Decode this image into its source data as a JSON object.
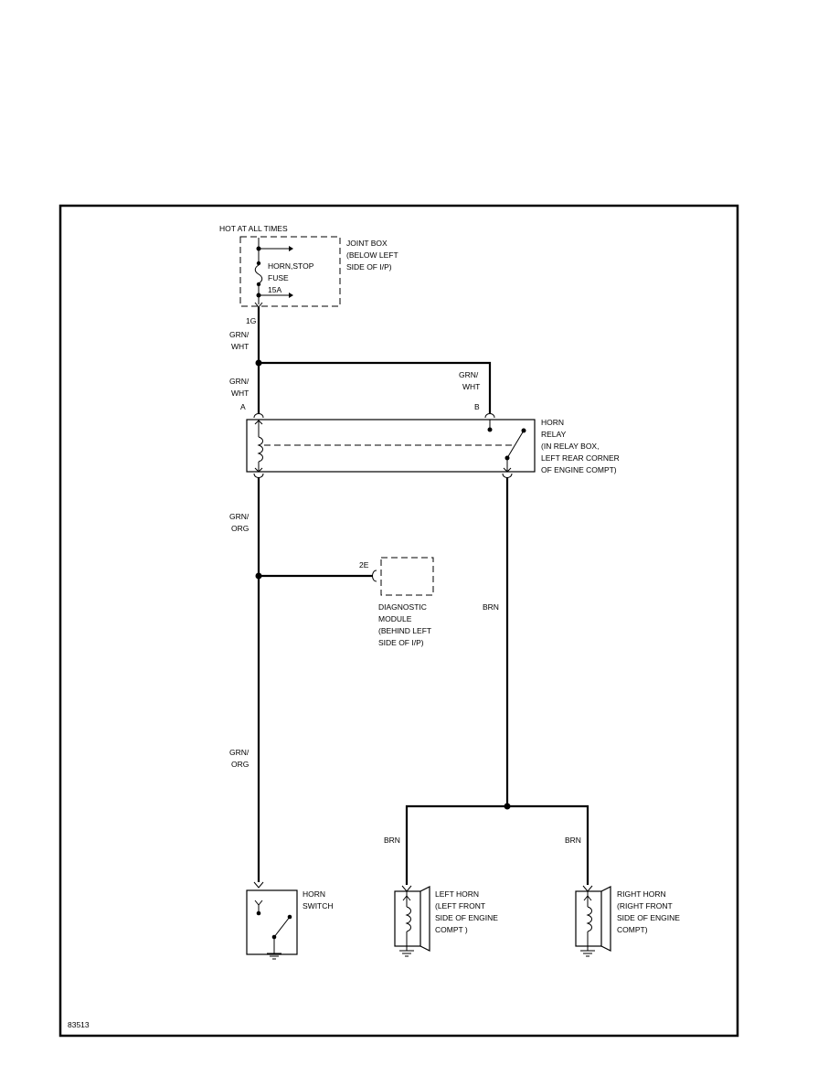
{
  "diagram": {
    "figure_id": "83513",
    "power": {
      "header": "HOT AT ALL TIMES",
      "joint_box": [
        "JOINT BOX",
        "(BELOW LEFT",
        "SIDE OF I/P)"
      ],
      "fuse": [
        "HORN,STOP",
        "FUSE",
        "15A"
      ],
      "connector": "1G"
    },
    "wires": {
      "grn_wht_1": [
        "GRN/",
        "WHT"
      ],
      "grn_wht_2": [
        "GRN/",
        "WHT"
      ],
      "grn_wht_3": [
        "GRN/",
        "WHT"
      ],
      "grn_org_1": [
        "GRN/",
        "ORG"
      ],
      "grn_org_2": [
        "GRN/",
        "ORG"
      ],
      "brn_main": "BRN",
      "brn_left": "BRN",
      "brn_right": "BRN"
    },
    "relay": {
      "pin_a": "A",
      "pin_b": "B",
      "label": [
        "HORN",
        "RELAY",
        "(IN RELAY BOX,",
        "LEFT REAR CORNER",
        "OF ENGINE COMPT)"
      ]
    },
    "diagnostic": {
      "pin": "2E",
      "label": [
        "DIAGNOSTIC",
        "MODULE",
        "(BEHIND LEFT",
        "SIDE OF I/P)"
      ]
    },
    "horn_switch": {
      "label": [
        "HORN",
        "SWITCH"
      ]
    },
    "left_horn": {
      "label": [
        "LEFT HORN",
        "(LEFT FRONT",
        "SIDE OF ENGINE",
        "COMPT )"
      ]
    },
    "right_horn": {
      "label": [
        "RIGHT HORN",
        "(RIGHT FRONT",
        "SIDE OF ENGINE",
        "COMPT)"
      ]
    }
  }
}
